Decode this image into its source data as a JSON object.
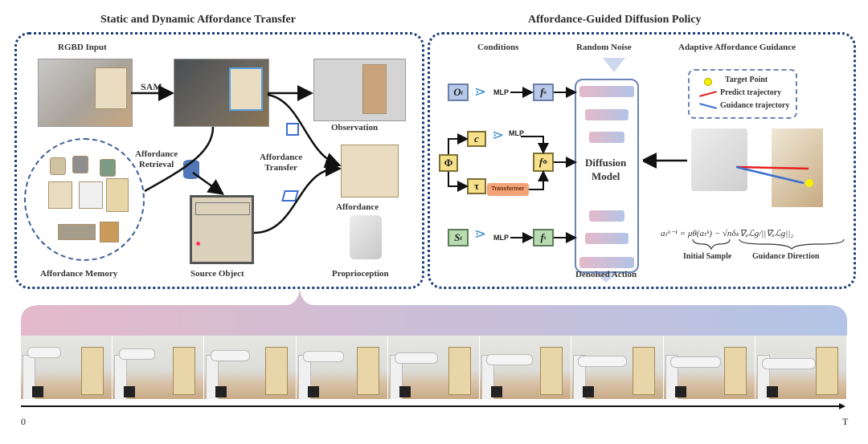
{
  "left_panel": {
    "title": "Static and Dynamic Affordance Transfer",
    "rgbd_label": "RGBD Input",
    "sam_label": "SAM",
    "observation_label": "Observation",
    "affordance_retrieval_label": [
      "Affordance",
      "Retrieval"
    ],
    "affordance_transfer_label": [
      "Affordance",
      "Transfer"
    ],
    "affordance_label": "Affordance",
    "memory_label": "Affordance Memory",
    "source_object_label": "Source Object",
    "proprioception_label": "Proprioception"
  },
  "right_panel": {
    "title": "Affordance-Guided Diffusion Policy",
    "conditions_label": "Conditions",
    "random_noise_label": "Random Noise",
    "adaptive_label": "Adaptive Affordance Guidance",
    "o_symbol": "O",
    "o_sub": "t",
    "f_o": "f",
    "f_o_sup": "o",
    "f_o_sub": "t",
    "c_symbol": "c",
    "phi_symbol": "Φ",
    "tau_symbol": "τ",
    "f_phi": "f",
    "f_phi_sup": "Φ",
    "s_symbol": "S",
    "s_sub": "t",
    "f_s": "f",
    "f_s_sup": "s",
    "f_s_sub": "t",
    "mlp_label": "MLP",
    "transformer_label": "Transformer",
    "diffusion_label": [
      "Diffusion",
      "Model"
    ],
    "denoised_label": "Denoised Action",
    "legend": {
      "target_point": "Target Point",
      "predict": "Predict trajectory",
      "guidance": "Guidance trajectory"
    },
    "equation": "aₜᵏ⁻¹ = μθ(aₜᵏ) − √nδₖ∇ₐℒg/||∇ₐℒg||₂",
    "initial_sample_label": "Initial Sample",
    "guidance_direction_label": "Guidance Direction"
  },
  "timeline": {
    "start_label": "0",
    "end_label": "T",
    "frame_count": 9
  },
  "colors": {
    "panel_border": "#1f3f7a",
    "gradient_start": "#e4b9c9",
    "gradient_end": "#b3c4e6",
    "predict_arrow": "#e82020",
    "guidance_arrow": "#3a6fd0",
    "target_point": "#f5f000"
  }
}
